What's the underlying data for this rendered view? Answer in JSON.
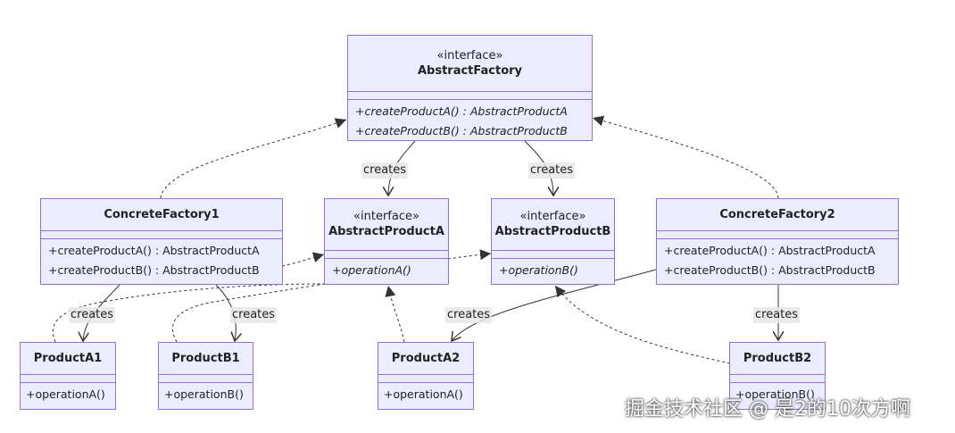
{
  "classes": {
    "abstract_factory": {
      "stereotype": "«interface»",
      "name": "AbstractFactory",
      "methods": [
        "+createProductA() : AbstractProductA",
        "+createProductB() : AbstractProductB"
      ]
    },
    "abstract_product_a": {
      "stereotype": "«interface»",
      "name": "AbstractProductA",
      "methods": [
        "+operationA()"
      ]
    },
    "abstract_product_b": {
      "stereotype": "«interface»",
      "name": "AbstractProductB",
      "methods": [
        "+operationB()"
      ]
    },
    "concrete_factory1": {
      "name": "ConcreteFactory1",
      "methods": [
        "+createProductA() : AbstractProductA",
        "+createProductB() : AbstractProductB"
      ]
    },
    "concrete_factory2": {
      "name": "ConcreteFactory2",
      "methods": [
        "+createProductA() : AbstractProductA",
        "+createProductB() : AbstractProductB"
      ]
    },
    "product_a1": {
      "name": "ProductA1",
      "methods": [
        "+operationA()"
      ]
    },
    "product_b1": {
      "name": "ProductB1",
      "methods": [
        "+operationB()"
      ]
    },
    "product_a2": {
      "name": "ProductA2",
      "methods": [
        "+operationA()"
      ]
    },
    "product_b2": {
      "name": "ProductB2",
      "methods": [
        "+operationB()"
      ]
    }
  },
  "edge_labels": {
    "creates": "creates"
  },
  "watermark": "掘金技术社区 @ 是2的10次方啊",
  "colors": {
    "box_fill": "#ececff",
    "box_border": "#9370db",
    "line": "#333333",
    "label_bg": "#e8e8e8"
  }
}
